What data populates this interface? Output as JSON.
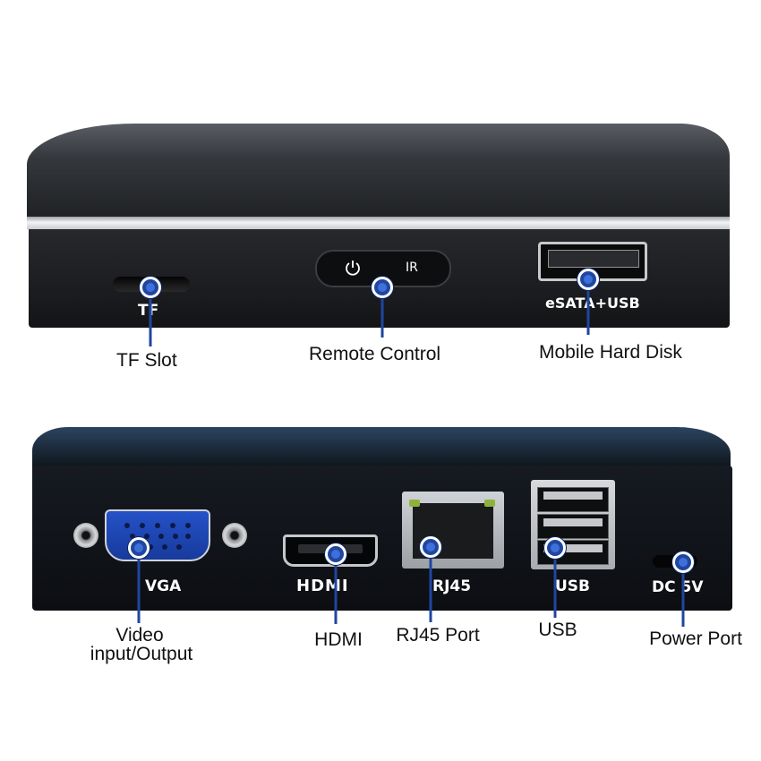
{
  "front_panel": {
    "labels": {
      "tf": "TF",
      "ir": "IR",
      "esata_usb": "eSATA+USB"
    },
    "captions": {
      "tf_slot": "TF Slot",
      "remote_control": "Remote Control",
      "mobile_hard_disk": "Mobile Hard Disk"
    },
    "icons": {
      "power": "power-icon"
    }
  },
  "back_panel": {
    "labels": {
      "vga": "VGA",
      "hdmi": "HDMI",
      "rj45": "RJ45",
      "usb": "USB",
      "dc": "DC 5V"
    },
    "captions": {
      "video_line1": "Video",
      "video_line2": "input/Output",
      "hdmi": "HDMI",
      "rj45_port": "RJ45 Port",
      "usb": "USB",
      "power_port": "Power Port"
    }
  },
  "colors": {
    "callout_blue": "#1f46a0",
    "vga_blue": "#2552c8",
    "device_body": "#1a1b1e",
    "back_body": "#0c0e12",
    "led_green": "#8fb23c"
  }
}
